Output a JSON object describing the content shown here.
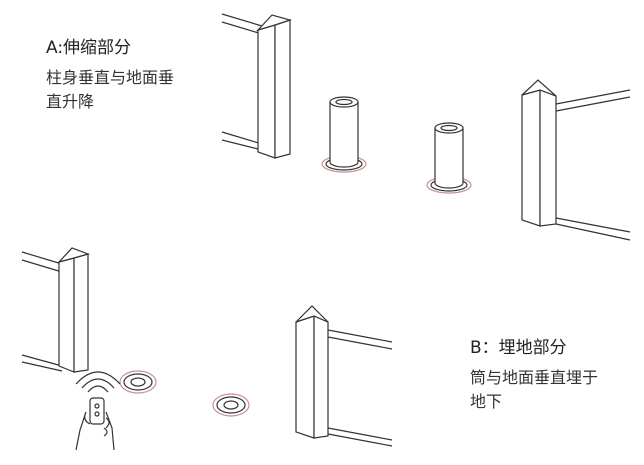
{
  "part_a": {
    "title": "A:伸缩部分",
    "description_lines": [
      "柱身垂直与地面垂",
      "直升降"
    ]
  },
  "part_b": {
    "title": "B：埋地部分",
    "description_lines": [
      "筒与地面垂直埋于",
      "地下"
    ]
  },
  "colors": {
    "line": "#333333",
    "accent_ring": "#c89090",
    "text": "#333333"
  }
}
